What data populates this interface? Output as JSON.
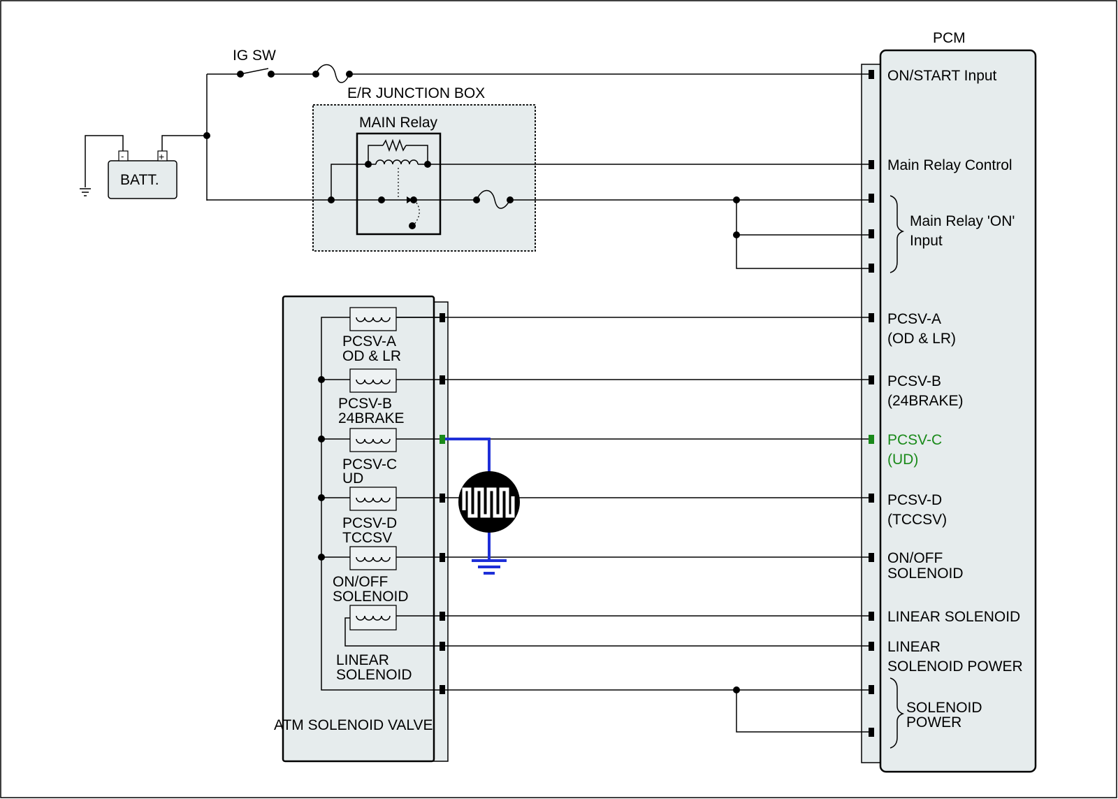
{
  "labels": {
    "ig_sw": "IG SW",
    "junction_box": "E/R JUNCTION BOX",
    "main_relay": "MAIN Relay",
    "batt": "BATT.",
    "batt_neg": "-",
    "batt_pos": "+",
    "pcm": "PCM",
    "atm": "ATM SOLENOID VALVE"
  },
  "pcm_pins": {
    "on_start": "ON/START Input",
    "main_relay_control": "Main Relay Control",
    "main_relay_on": [
      "Main Relay 'ON'",
      "Input"
    ],
    "pcsv_a": [
      "PCSV-A",
      "(OD & LR)"
    ],
    "pcsv_b": [
      "PCSV-B",
      "(24BRAKE)"
    ],
    "pcsv_c": [
      "PCSV-C",
      "(UD)"
    ],
    "pcsv_d": [
      "PCSV-D",
      "(TCCSV)"
    ],
    "on_off": [
      "ON/OFF",
      "SOLENOID"
    ],
    "linear": "LINEAR SOLENOID",
    "linear_power": [
      "LINEAR",
      "SOLENOID POWER"
    ],
    "sol_power": [
      "SOLENOID",
      "POWER"
    ]
  },
  "solenoids": {
    "a": [
      "PCSV-A",
      "OD & LR"
    ],
    "b": [
      "PCSV-B",
      "24BRAKE"
    ],
    "c": [
      "PCSV-C",
      "UD"
    ],
    "d": [
      "PCSV-D",
      "TCCSV"
    ],
    "on_off": [
      "ON/OFF",
      "SOLENOID"
    ],
    "linear": [
      "LINEAR",
      "SOLENOID"
    ]
  },
  "colors": {
    "highlight": "#1a8a1a",
    "probe_wire": "#1e2fd8",
    "box_fill": "#e6eced"
  },
  "icons": {
    "scope": "square-wave-scope-icon",
    "ground": "ground-icon",
    "fuse": "fuse-icon",
    "coil": "solenoid-coil-icon"
  }
}
